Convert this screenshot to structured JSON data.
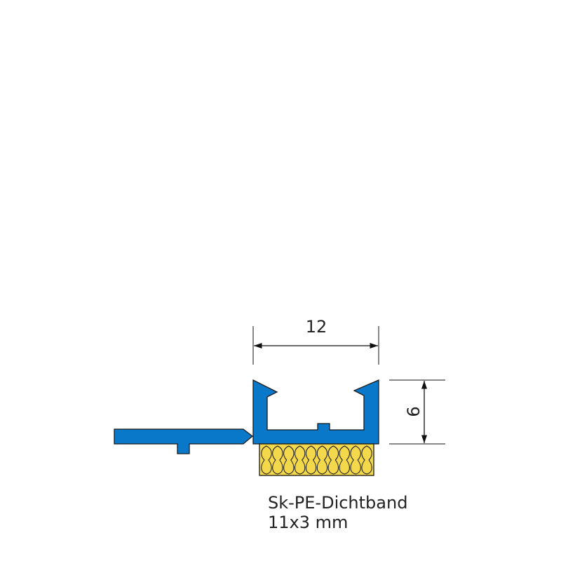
{
  "dimensions": {
    "width_label": "12",
    "height_label": "6"
  },
  "caption": {
    "line1": "Sk-PE-Dichtband",
    "line2": "11x3 mm"
  },
  "colors": {
    "profile": "#0a78c8",
    "foam": "#f2d84a",
    "outline": "#1a1a1a"
  }
}
